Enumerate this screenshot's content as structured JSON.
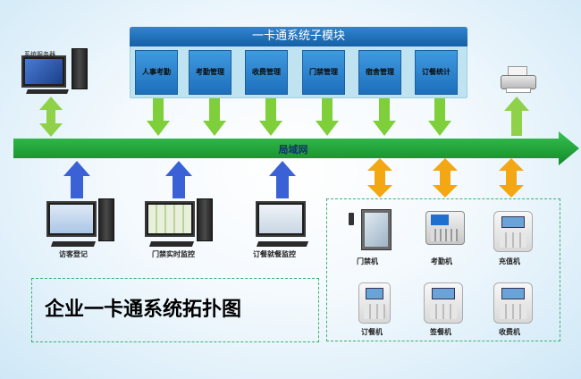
{
  "modules": {
    "title": "一卡通系统子模块",
    "items": [
      "人事考勤",
      "考勤管理",
      "收费管理",
      "门禁管理",
      "宿舍管理",
      "订餐统计"
    ]
  },
  "network": {
    "label": "局域网"
  },
  "server": {
    "label": "系统服务器"
  },
  "workstations": [
    {
      "label": "访客登记"
    },
    {
      "label": "门禁实时监控"
    },
    {
      "label": "订餐就餐监控"
    }
  ],
  "devices": [
    {
      "label": "门禁机"
    },
    {
      "label": "考勤机"
    },
    {
      "label": "充值机"
    },
    {
      "label": "订餐机"
    },
    {
      "label": "签餐机"
    },
    {
      "label": "收费机"
    }
  ],
  "title": "企业一卡通系统拓扑图",
  "colors": {
    "lan_green": "#1ea53a",
    "module_arrow_green": "#7fcf3a",
    "up_arrow_blue": "#3a62d6",
    "double_arrow_orange": "#f3a712",
    "server_arrow_green": "#8fd24a",
    "panel_header": "#1f6fb8"
  }
}
